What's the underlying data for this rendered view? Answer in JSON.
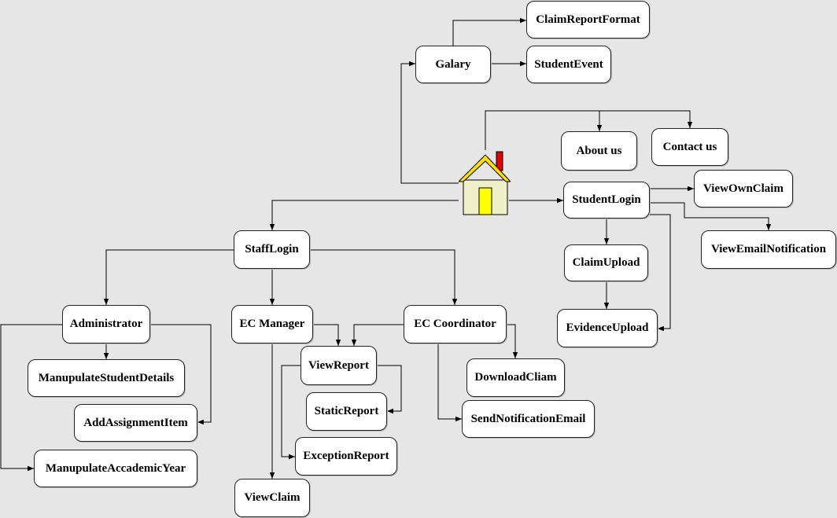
{
  "nodes": {
    "galary": "Galary",
    "claim_report_format": "ClaimReportFormat",
    "student_event": "StudentEvent",
    "about_us": "About us",
    "contact_us": "Contact us",
    "student_login": "StudentLogin",
    "view_own_claim": "ViewOwnClaim",
    "view_email_notification": "ViewEmailNotification",
    "claim_upload": "ClaimUpload",
    "evidence_upload": "EvidenceUpload",
    "staff_login": "StaffLogin",
    "administrator": "Administrator",
    "ec_manager": "EC Manager",
    "ec_coordinator": "EC Coordinator",
    "manupulate_student_details": "ManupulateStudentDetails",
    "add_assignment_item": "AddAssignmentItem",
    "manupulate_accademic_year": "ManupulateAccademicYear",
    "view_report": "ViewReport",
    "static_report": "StaticReport",
    "exception_report": "ExceptionReport",
    "view_claim": "ViewClaim",
    "download_cliam": "DownloadCliam",
    "send_notification_email": "SendNotificationEmail"
  },
  "home_icon": {
    "icon": "house-icon",
    "colors": {
      "roof": "#ffe000",
      "wall": "#f0f0c8",
      "door": "#ffff00",
      "chimney": "#e00000"
    }
  },
  "colors": {
    "background": "#e6e6e6",
    "node_fill": "#ffffff",
    "stroke": "#222222"
  }
}
